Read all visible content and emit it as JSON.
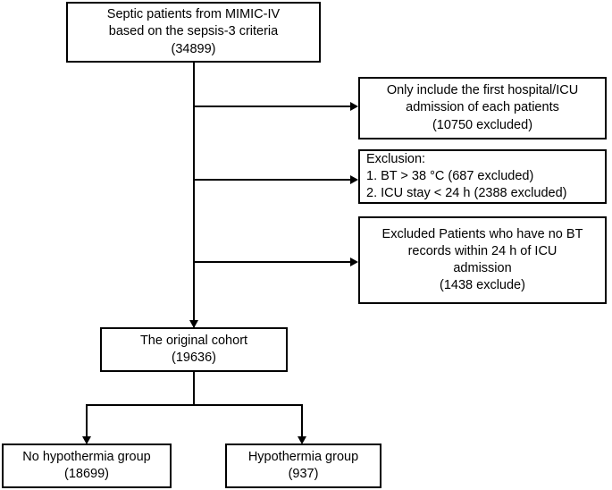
{
  "diagram": {
    "type": "patient-selection-flowchart",
    "stroke_color": "#000000",
    "fill_color": "#ffffff",
    "nodes": {
      "source": {
        "lines": [
          "Septic patients from MIMIC-IV",
          "based on the sepsis-3 criteria",
          "(34899)"
        ]
      },
      "exclusion_1": {
        "lines": [
          "Only include the first hospital/ICU",
          "admission of each patients",
          "(10750 excluded)"
        ]
      },
      "exclusion_2": {
        "lines": [
          "Exclusion:",
          "1. BT > 38 °C (687 excluded)",
          "2. ICU stay < 24 h (2388 excluded)"
        ]
      },
      "exclusion_3": {
        "lines": [
          "Excluded Patients who have no BT",
          "records within 24 h of ICU",
          "admission",
          "(1438 exclude)"
        ]
      },
      "cohort": {
        "lines": [
          "The original cohort",
          "(19636)"
        ]
      },
      "group_left": {
        "lines": [
          "No hypothermia group",
          "(18699)"
        ]
      },
      "group_right": {
        "lines": [
          "Hypothermia group",
          "(937)"
        ]
      }
    },
    "counts": {
      "source_total": 34899,
      "excluded_not_first_admission": 10750,
      "excluded_bt_over_38": 687,
      "excluded_icu_stay_under_24h": 2388,
      "excluded_no_bt_records": 1438,
      "original_cohort": 19636,
      "no_hypothermia_group": 18699,
      "hypothermia_group": 937
    }
  }
}
